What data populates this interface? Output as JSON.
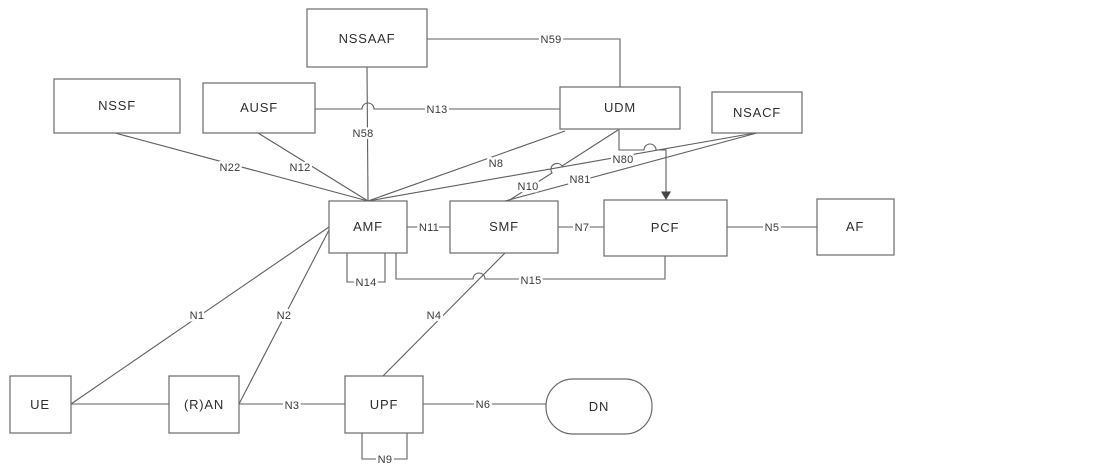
{
  "diagram_type": "5G core network architecture diagram",
  "nodes": {
    "nssaaf": {
      "label": "NSSAAF"
    },
    "nssf": {
      "label": "NSSF"
    },
    "ausf": {
      "label": "AUSF"
    },
    "udm": {
      "label": "UDM"
    },
    "nsacf": {
      "label": "NSACF"
    },
    "amf": {
      "label": "AMF"
    },
    "smf": {
      "label": "SMF"
    },
    "pcf": {
      "label": "PCF"
    },
    "af": {
      "label": "AF"
    },
    "ue": {
      "label": "UE"
    },
    "ran": {
      "label": "(R)AN"
    },
    "upf": {
      "label": "UPF"
    },
    "dn": {
      "label": "DN"
    }
  },
  "links": {
    "n1": {
      "label": "N1",
      "between": [
        "UE",
        "AMF"
      ]
    },
    "n2": {
      "label": "N2",
      "between": [
        "(R)AN",
        "AMF"
      ]
    },
    "n3": {
      "label": "N3",
      "between": [
        "(R)AN",
        "UPF"
      ]
    },
    "n4": {
      "label": "N4",
      "between": [
        "SMF",
        "UPF"
      ]
    },
    "n5": {
      "label": "N5",
      "between": [
        "PCF",
        "AF"
      ]
    },
    "n6": {
      "label": "N6",
      "between": [
        "UPF",
        "DN"
      ]
    },
    "n7": {
      "label": "N7",
      "between": [
        "SMF",
        "PCF"
      ]
    },
    "n8": {
      "label": "N8",
      "between": [
        "UDM",
        "AMF"
      ]
    },
    "n9": {
      "label": "N9",
      "between": [
        "UPF",
        "UPF"
      ]
    },
    "n10": {
      "label": "N10",
      "between": [
        "UDM",
        "SMF"
      ]
    },
    "n11": {
      "label": "N11",
      "between": [
        "AMF",
        "SMF"
      ]
    },
    "n12": {
      "label": "N12",
      "between": [
        "AUSF",
        "AMF"
      ]
    },
    "n13": {
      "label": "N13",
      "between": [
        "AUSF",
        "UDM"
      ]
    },
    "n14": {
      "label": "N14",
      "between": [
        "AMF",
        "AMF"
      ]
    },
    "n15": {
      "label": "N15",
      "between": [
        "AMF",
        "PCF"
      ]
    },
    "n22": {
      "label": "N22",
      "between": [
        "NSSF",
        "AMF"
      ]
    },
    "n58": {
      "label": "N58",
      "between": [
        "NSSAAF",
        "AMF"
      ]
    },
    "n59": {
      "label": "N59",
      "between": [
        "NSSAAF",
        "UDM"
      ]
    },
    "n80": {
      "label": "N80",
      "between": [
        "NSACF",
        "AMF"
      ]
    },
    "n81": {
      "label": "N81",
      "between": [
        "NSACF",
        "SMF"
      ]
    }
  },
  "colors": {
    "background": "#ffffff",
    "line": "#5f5f5f",
    "box_border": "#6a6a6a",
    "text": "#2e2e2e",
    "arrowhead": "#454545"
  }
}
